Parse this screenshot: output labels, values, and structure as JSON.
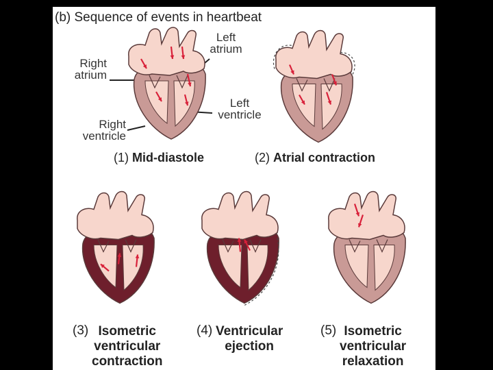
{
  "title": "(b) Sequence of events in heartbeat",
  "labels": {
    "left_atrium_1": "Left",
    "left_atrium_2": "atrium",
    "right_atrium_1": "Right",
    "right_atrium_2": "atrium",
    "left_ventricle_1": "Left",
    "left_ventricle_2": "ventricle",
    "right_ventricle_1": "Right",
    "right_ventricle_2": "ventricle"
  },
  "captions": [
    {
      "num": "(1)",
      "lines": [
        "Mid-diastole"
      ]
    },
    {
      "num": "(2)",
      "lines": [
        "Atrial contraction"
      ]
    },
    {
      "num": "(3)",
      "lines": [
        "Isometric",
        "ventricular",
        "contraction"
      ]
    },
    {
      "num": "(4)",
      "lines": [
        "Ventricular",
        "ejection"
      ]
    },
    {
      "num": "(5)",
      "lines": [
        "Isometric",
        "ventricular",
        "relaxation"
      ]
    }
  ],
  "colors": {
    "background": "#000000",
    "panel": "#ffffff",
    "tissue_light": "#f7d6cc",
    "wall_light": "#c99a96",
    "wall_dark": "#6e1f2c",
    "outline": "#5a3a3a",
    "arrow": "#d8213a"
  },
  "hearts": [
    {
      "id": "mid-diastole",
      "ventricle_state": "relaxed",
      "atrium_state": "relaxed"
    },
    {
      "id": "atrial-contraction",
      "ventricle_state": "relaxed",
      "atrium_state": "contracting"
    },
    {
      "id": "isometric-contraction",
      "ventricle_state": "contracting",
      "atrium_state": "relaxed"
    },
    {
      "id": "ventricular-ejection",
      "ventricle_state": "contracting",
      "atrium_state": "relaxed"
    },
    {
      "id": "isometric-relaxation",
      "ventricle_state": "relaxed",
      "atrium_state": "relaxed"
    }
  ]
}
